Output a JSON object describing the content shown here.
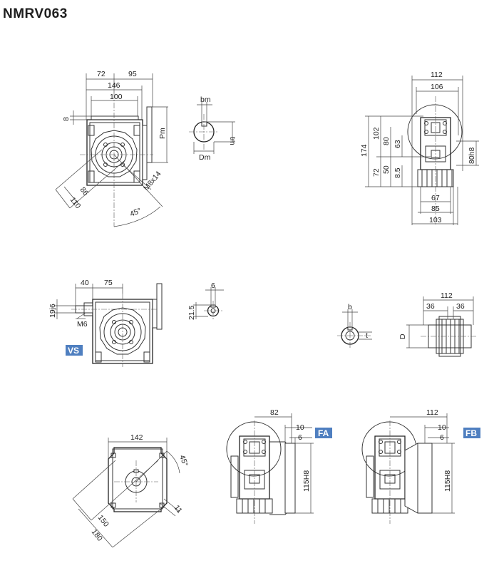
{
  "title": "NMRV063",
  "badges": {
    "vs": "VS",
    "fa": "FA",
    "fb": "FB"
  },
  "accent_color": "#4f7fc0",
  "dims": {
    "front": {
      "d72": "72",
      "d95": "95",
      "d146": "146",
      "d100": "100",
      "d8": "8",
      "pm": "Pm",
      "d86": "86",
      "d110": "110",
      "m8x14": "M8x14",
      "deg45": "45°"
    },
    "shaft": {
      "bm": "bm",
      "tm": "tm",
      "dm": "Dm"
    },
    "side": {
      "d112": "112",
      "d106": "106",
      "d174": "174",
      "d102": "102",
      "d80": "80",
      "d63": "63",
      "d72": "72",
      "d50": "50",
      "d85s": "8.5",
      "d80h8": "80h8",
      "d67": "67",
      "d85": "85",
      "d103": "103"
    },
    "vs": {
      "d40": "40",
      "d75": "75",
      "d196": "19j6",
      "m6": "M6"
    },
    "key": {
      "d6": "6",
      "d215": "21.5"
    },
    "hollow": {
      "b": "b",
      "t": "t",
      "d112": "112",
      "d36a": "36",
      "d36b": "36",
      "D": "D"
    },
    "flange": {
      "d142": "142",
      "deg45": "45°",
      "d150": "150",
      "d180": "180",
      "d11": "11"
    },
    "fa": {
      "d82": "82",
      "d10": "10",
      "d6": "6",
      "d115h8": "115H8"
    },
    "fb": {
      "d112": "112",
      "d10": "10",
      "d6": "6",
      "d115h8": "115H8"
    }
  }
}
